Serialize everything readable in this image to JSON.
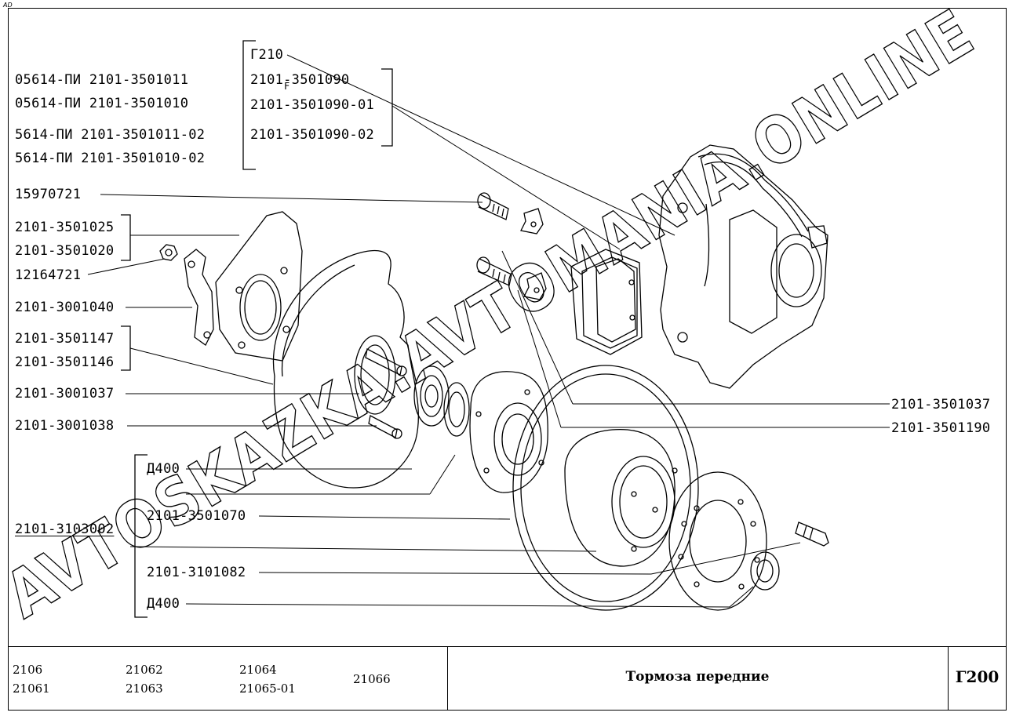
{
  "corner_mark": "AD",
  "watermark": "AVTOSKAZKA.AVTOMANIA.ONLINE",
  "labels": {
    "l1": "05614-ПИ 2101-3501011",
    "l2": "05614-ПИ 2101-3501010",
    "l3": "5614-ПИ 2101-3501011-02",
    "l4": "5614-ПИ 2101-3501010-02",
    "r1": "Г210",
    "r2": "2101-3501090",
    "r3": "2101-3501090-01",
    "r4": "2101-3501090-02",
    "f": "F",
    "p1": "15970721",
    "p2": "2101-3501025",
    "p3": "2101-3501020",
    "p4": "12164721",
    "p5": "2101-3001040",
    "p6": "2101-3501147",
    "p7": "2101-3501146",
    "p8": "2101-3001037",
    "p9": "2101-3001038",
    "p10": "Д400",
    "p11": "2101-3501070",
    "p12": "2101-3103002",
    "p13": "2101-3101082",
    "p14": "Д400",
    "p15": "2101-3501037",
    "p16": "2101-3501190"
  },
  "title_block": {
    "models": [
      "2106",
      "21061",
      "21062",
      "21063",
      "21064",
      "21065-01",
      "21066"
    ],
    "title": "Тормоза передние",
    "code": "Г200"
  }
}
